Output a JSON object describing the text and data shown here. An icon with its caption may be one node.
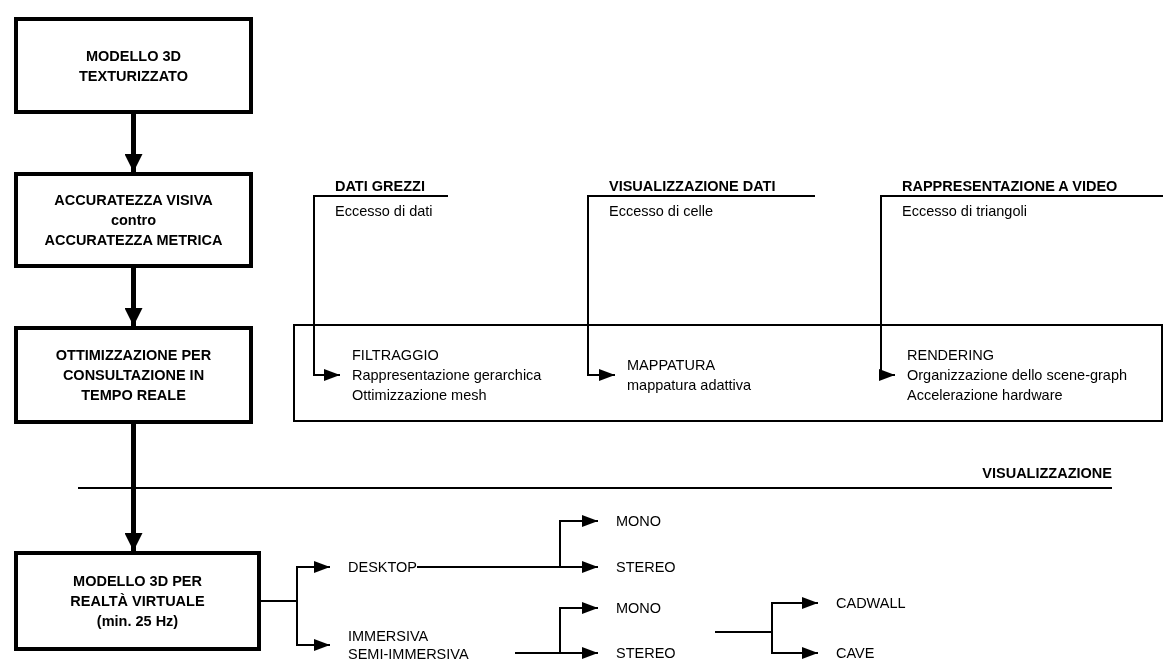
{
  "diagram": {
    "nodes": [
      {
        "text": [
          "MODELLO 3D TEXTURIZZATO"
        ]
      },
      {
        "text": [
          "ACCURATEZZA VISIVA",
          "contro",
          "ACCURATEZZA METRICA"
        ]
      },
      {
        "text": [
          "OTTIMIZZAZIONE PER CONSULTAZIONE IN TEMPO REALE"
        ]
      },
      {
        "text": [
          "DATI GREZZI",
          "Eccesso di dati"
        ]
      },
      {
        "text": [
          "VISUALIZZAZIONE DATI",
          "Eccesso di celle"
        ]
      },
      {
        "text": [
          "RAPPRESENTAZIONE A VIDEO",
          "Eccesso di triangoli"
        ]
      },
      {
        "text": [],
        "shape": "box"
      },
      {
        "text": [
          "FILTRAGGIO",
          "Rappresentazione gerarchica",
          "Ottimizzazione mesh"
        ],
        "in": 6
      },
      {
        "text": [
          "MAPPATURA",
          "mappatura adattiva"
        ],
        "in": 6
      },
      {
        "text": [
          "RENDERING",
          "Organizzazione dello scene-graph",
          "Accelerazione hardware"
        ],
        "in": 6
      },
      {
        "text": [
          "MODELLO 3D PER REALTÀ VIRTUALE",
          "(min. 25 Hz)"
        ]
      },
      {
        "text": [
          "DESKTOP"
        ]
      },
      {
        "text": [
          "IMMERSIVA",
          "SEMI-IMMERSIVA"
        ]
      },
      {
        "text": [
          "MONO"
        ]
      },
      {
        "text": [
          "STEREO"
        ]
      },
      {
        "text": [
          "MONO"
        ]
      },
      {
        "text": [
          "STEREO"
        ]
      },
      {
        "text": [
          "CADWALL"
        ]
      },
      {
        "text": [
          "CAVE"
        ]
      }
    ],
    "edges": [
      {
        "from": 0,
        "to": 1,
        "arrow": "to",
        "style": "thick"
      },
      {
        "from": 1,
        "to": 2,
        "arrow": "to",
        "style": "thick"
      },
      {
        "from": 3,
        "to": 7,
        "arrow": "to"
      },
      {
        "from": 4,
        "to": 8,
        "arrow": "to"
      },
      {
        "from": 5,
        "to": 9,
        "arrow": "to"
      },
      {
        "from": 2,
        "to": 10,
        "arrow": "to",
        "style": "thick"
      },
      {
        "from": 10,
        "to": 11,
        "arrow": "to"
      },
      {
        "from": 10,
        "to": 12,
        "arrow": "to"
      },
      {
        "from": 11,
        "to": 13,
        "arrow": "to"
      },
      {
        "from": 11,
        "to": 14,
        "arrow": "to"
      },
      {
        "from": 12,
        "to": 15,
        "arrow": "to"
      },
      {
        "from": 12,
        "to": 16,
        "arrow": "to"
      },
      {
        "from": null,
        "to": 17,
        "arrow": "to"
      },
      {
        "from": null,
        "to": 18,
        "arrow": "to"
      }
    ],
    "labels": [
      "VISUALIZZAZIONE"
    ]
  }
}
